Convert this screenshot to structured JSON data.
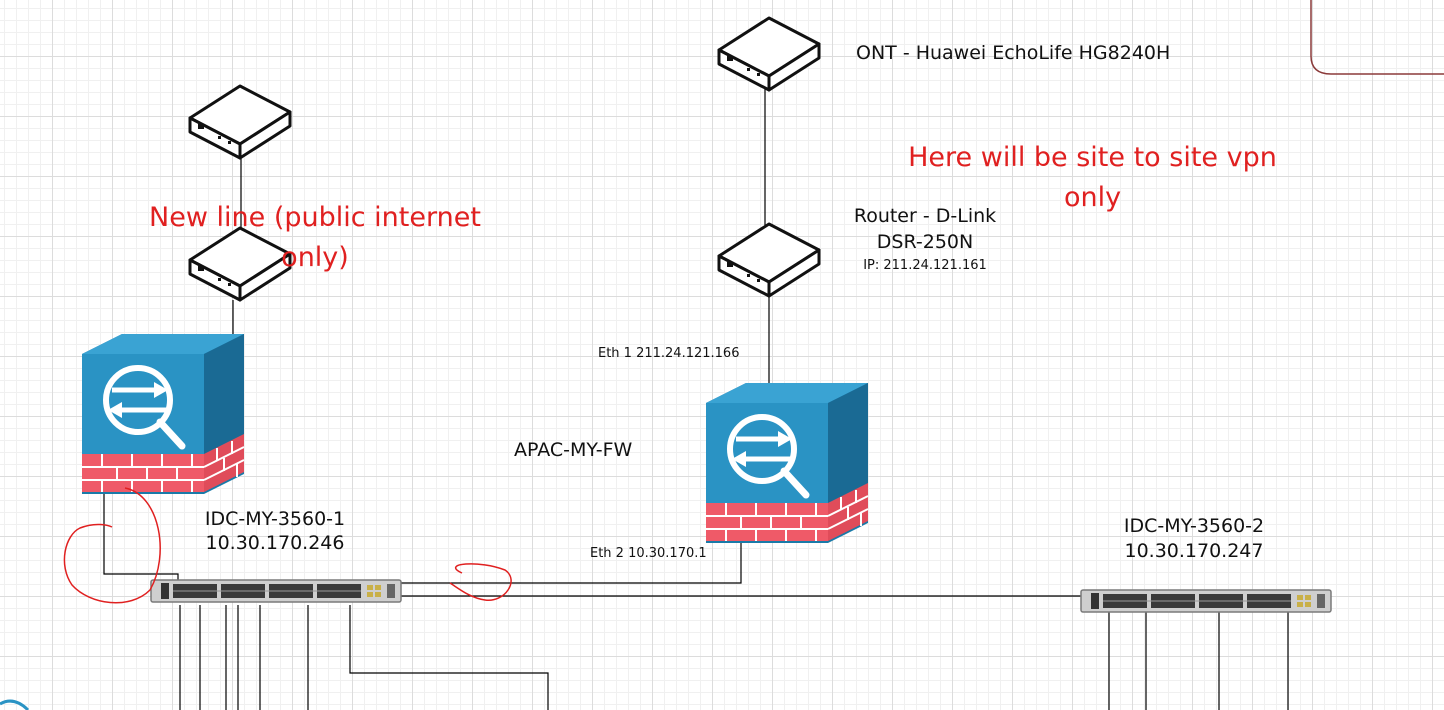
{
  "labels": {
    "ont": "ONT - Huawei EchoLife HG8240H",
    "router_line1": "Router - D-Link",
    "router_line2": "DSR-250N",
    "router_ip": "IP: 211.24.121.161",
    "eth1": "Eth 1 211.24.121.166",
    "eth2": "Eth 2 10.30.170.1",
    "firewall_name": "APAC-MY-FW",
    "switch1_name": "IDC-MY-3560-1",
    "switch1_ip": "10.30.170.246",
    "switch2_name": "IDC-MY-3560-2",
    "switch2_ip": "10.30.170.247"
  },
  "notes": {
    "new_line": "New line (public internet only)",
    "vpn": "Here will be site to site vpn only"
  },
  "colors": {
    "annotation": "#e02020",
    "firewall_body": "#2a93c4",
    "firewall_brick": "#ef5a68"
  }
}
